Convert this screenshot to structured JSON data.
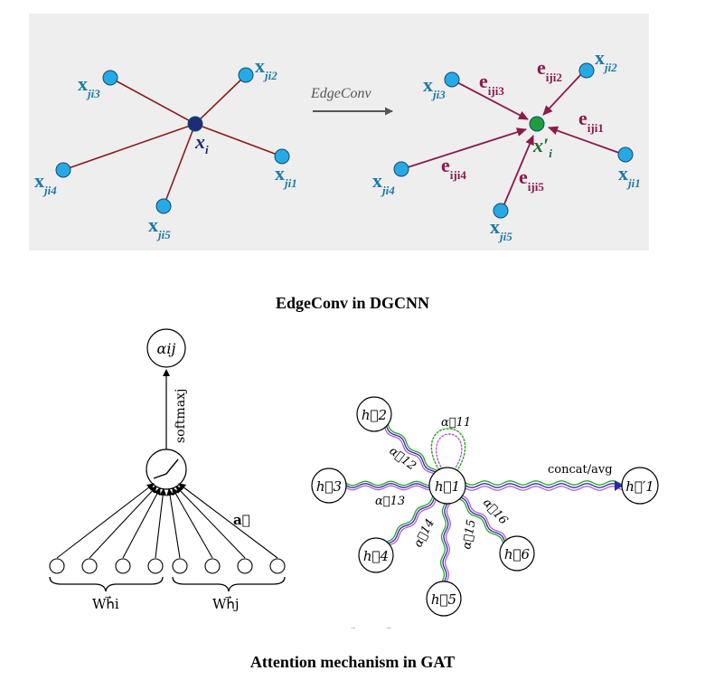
{
  "top_panel": {
    "operation_label": "EdgeConv",
    "caption": "EdgeConv in DGCNN",
    "colors": {
      "panel_bg": "#eeeeee",
      "node": "#27a9e6",
      "center_left": "#1f2b78",
      "center_right": "#1f9e3e",
      "edge": "#8b1a1a",
      "arrow": "#8c1a4f",
      "label": "#1c7aa8"
    },
    "left_graph": {
      "center_label": "x",
      "center_sub": "i",
      "neighbors": [
        {
          "label": "x",
          "sub": "ji2"
        },
        {
          "label": "x",
          "sub": "ji3"
        },
        {
          "label": "x",
          "sub": "ji4"
        },
        {
          "label": "x",
          "sub": "ji5"
        },
        {
          "label": "x",
          "sub": "ji1"
        }
      ]
    },
    "right_graph": {
      "center_label": "x′",
      "center_sub": "i",
      "neighbors": [
        {
          "label": "x",
          "sub": "ji2"
        },
        {
          "label": "x",
          "sub": "ji3"
        },
        {
          "label": "x",
          "sub": "ji4"
        },
        {
          "label": "x",
          "sub": "ji5"
        },
        {
          "label": "x",
          "sub": "ji1"
        }
      ],
      "edge_labels": [
        {
          "label": "e",
          "sub": "iji3"
        },
        {
          "label": "e",
          "sub": "iji2"
        },
        {
          "label": "e",
          "sub": "iji1"
        },
        {
          "label": "e",
          "sub": "iji4"
        },
        {
          "label": "e",
          "sub": "iji5"
        }
      ]
    }
  },
  "bottom_left": {
    "output_label": "αij",
    "softmax_label": "softmaxj",
    "weight_label": "a⃗",
    "input_group_left": "Wh⃗i",
    "input_group_right": "Wh⃗j"
  },
  "bottom_right": {
    "center_label": "h⃗1",
    "output_label": "h⃗′1",
    "concat_label": "concat/avg",
    "neighbors": [
      "h⃗2",
      "h⃗3",
      "h⃗4",
      "h⃗5",
      "h⃗6"
    ],
    "attention_labels": [
      "α⃗11",
      "α⃗12",
      "α⃗13",
      "α⃗14",
      "α⃗15",
      "α⃗16"
    ],
    "colors": {
      "green": "#2ca02c",
      "purple": "#b05fd0",
      "blue": "#2a2aa8"
    }
  },
  "bottom_caption": "Attention mechanism in GAT"
}
